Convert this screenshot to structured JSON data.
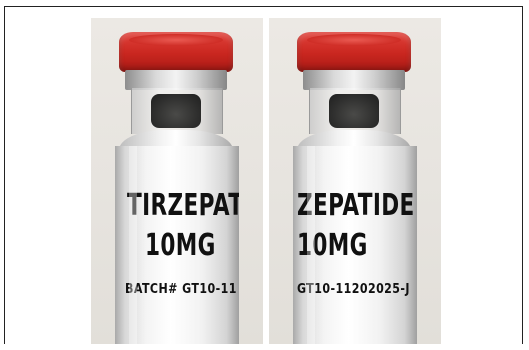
{
  "photo": {
    "left_vial": {
      "name": "TIRZEPATI",
      "dose": "10MG",
      "batch": "BATCH# GT10-11"
    },
    "right_vial": {
      "name": "ZEPATIDE",
      "dose": "10MG",
      "batch": "GT10-11202025-J"
    },
    "colors": {
      "cap": "#c9261f",
      "background": "#e8e5e0",
      "label_text": "#111111"
    }
  }
}
